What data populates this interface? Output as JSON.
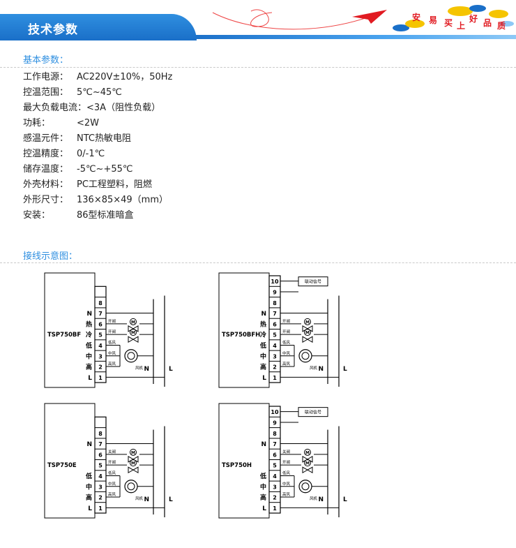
{
  "banner": {
    "title": "技术参数",
    "slogan_chars": [
      "安",
      "易",
      "买",
      "上",
      "好",
      "品",
      "质"
    ]
  },
  "basic": {
    "heading": "基本参数：",
    "params": [
      {
        "label": "工作电源：",
        "value": "AC220V±10%，50Hz"
      },
      {
        "label": "控温范围：",
        "value": "5℃~45℃"
      },
      {
        "label": "最大负载电流：",
        "value": "<3A（阻性负载）"
      },
      {
        "label": "功耗：",
        "value": "<2W"
      },
      {
        "label": "感温元件：",
        "value": "NTC热敏电阻"
      },
      {
        "label": "控温精度：",
        "value": "0/-1℃"
      },
      {
        "label": "储存温度：",
        "value": "-5℃~+55℃"
      },
      {
        "label": "外壳材料：",
        "value": "PC工程塑料，阻燃"
      },
      {
        "label": "外形尺寸：",
        "value": "136×85×49（mm）"
      },
      {
        "label": "安装：",
        "value": "86型标准暗盒"
      }
    ]
  },
  "wiring": {
    "heading": "接线示意图：",
    "diagrams": [
      {
        "model": "TSP750BF",
        "labels": [
          "N",
          "热",
          "冷",
          "低",
          "中",
          "高",
          "L"
        ],
        "valve_labels": [
          "开阀",
          "开阀"
        ],
        "fan_labels": [
          "低风",
          "中风",
          "高风",
          "风机"
        ],
        "extra": [],
        "extra_label": ""
      },
      {
        "model": "TSP750BFH",
        "labels": [
          "N",
          "热",
          "冷",
          "低",
          "中",
          "高",
          "L"
        ],
        "valve_labels": [
          "开阀",
          "开阀"
        ],
        "fan_labels": [
          "低风",
          "中风",
          "高风",
          "风机"
        ],
        "extra": [
          "10",
          "9"
        ],
        "extra_label": "联动信号"
      },
      {
        "model": "TSP750E",
        "labels": [
          "N",
          "",
          "",
          "低",
          "中",
          "高",
          "L"
        ],
        "valve_labels": [
          "关阀",
          "开阀"
        ],
        "fan_labels": [
          "低风",
          "中风",
          "高风",
          "风机"
        ],
        "extra": [],
        "extra_label": ""
      },
      {
        "model": "TSP750H",
        "labels": [
          "N",
          "",
          "",
          "低",
          "中",
          "高",
          "L"
        ],
        "valve_labels": [
          "关阀",
          "开阀"
        ],
        "fan_labels": [
          "低风",
          "中风",
          "高风",
          "风机"
        ],
        "extra": [
          "10",
          "9"
        ],
        "extra_label": "联动信号"
      }
    ],
    "terminals": [
      "8",
      "7",
      "6",
      "5",
      "4",
      "3",
      "2",
      "1"
    ],
    "supply_labels": [
      "N",
      "L"
    ]
  }
}
